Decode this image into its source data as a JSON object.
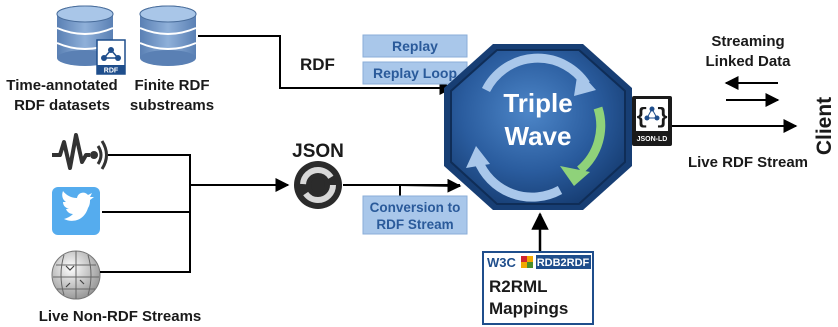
{
  "sources": {
    "time_annotated_line1": "Time-annotated",
    "time_annotated_line2": "RDF datasets",
    "finite_line1": "Finite RDF",
    "finite_line2": "substreams",
    "rdf_badge": "RDF",
    "live_non_rdf": "Live Non-RDF Streams"
  },
  "labels": {
    "rdf": "RDF",
    "json": "JSON"
  },
  "modes": {
    "replay": "Replay",
    "replay_loop": "Replay Loop",
    "conversion_line1": "Conversion to",
    "conversion_line2": "RDF Stream"
  },
  "core": {
    "line1": "Triple",
    "line2": "Wave"
  },
  "mappings": {
    "w3c": "W3C",
    "rdb2rdf": "RDB2RDF",
    "line1": "R2RML",
    "line2": "Mappings"
  },
  "output": {
    "jsonld_badge": "JSON-LD",
    "live_rdf_stream": "Live RDF Stream",
    "streaming_line1": "Streaming",
    "streaming_line2": "Linked Data",
    "client": "Client"
  },
  "colors": {
    "mode_box_fill": "#a9c7ea",
    "mode_box_text": "#2a5a9a",
    "octagon": "#1f4e8c",
    "database": "#6b90c0",
    "twitter": "#55acee",
    "arrow": "#000000"
  },
  "icons": {
    "database": "database-icon",
    "sensor": "wireless-sensor-icon",
    "twitter": "twitter-bird-icon",
    "wikipedia": "wikipedia-globe-icon",
    "json": "json-logo-icon",
    "jsonld": "jsonld-logo-icon",
    "w3c": "w3c-logo-icon"
  }
}
